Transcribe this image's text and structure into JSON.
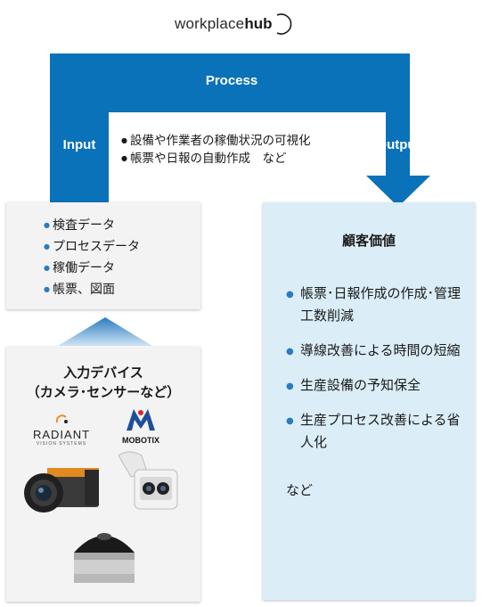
{
  "logo": {
    "text_light": "workplace",
    "text_bold": "hub"
  },
  "flow": {
    "process_label": "Process",
    "input_label": "Input",
    "output_label": "Output",
    "process_items": [
      "設備や作業者の稼働状況の可視化",
      "帳票や日報の自動作成　など"
    ],
    "color": "#0a72b8"
  },
  "data_sources": {
    "items": [
      "検査データ",
      "プロセスデータ",
      "稼働データ",
      "帳票、図面"
    ]
  },
  "devices": {
    "title_line1": "入力デバイス",
    "title_line2": "（カメラ･センサーなど）",
    "brand1_name": "RADIANT",
    "brand1_sub": "VISION SYSTEMS",
    "brand2_name": "MOBOTIX"
  },
  "customer_value": {
    "title": "顧客価値",
    "items": [
      "帳票･日報作成の作成･管理工数削減",
      "導線改善による時間の短縮",
      "生産設備の予知保全",
      "生産プロセス改善による省人化"
    ],
    "etc": "など",
    "background": "#dbeef8"
  }
}
